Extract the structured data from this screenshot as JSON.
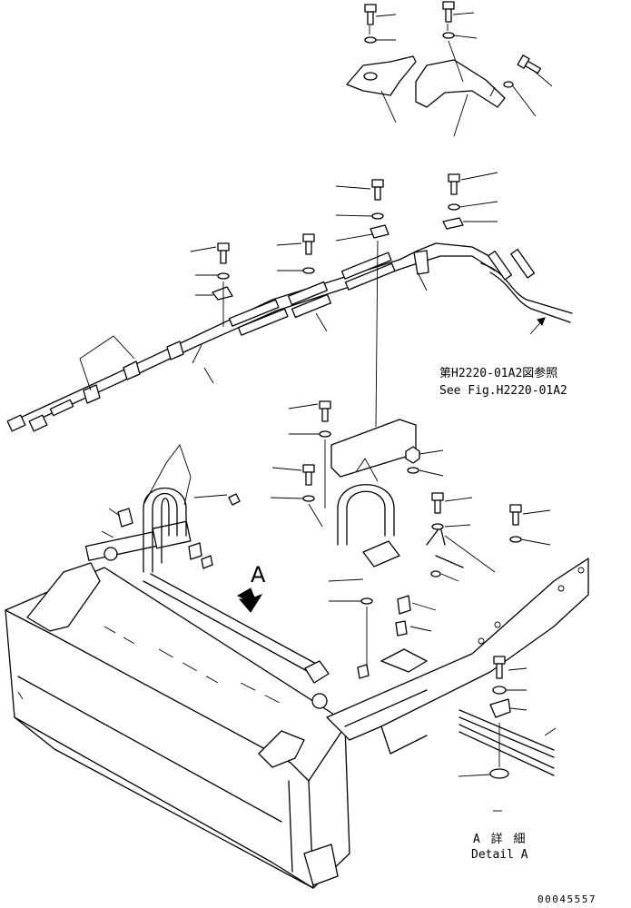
{
  "figure": {
    "reference_jp": "第H2220-01A2図参照",
    "reference_en": "See Fig.H2220-01A2",
    "view_label": "A",
    "detail_jp": "A 詳 細",
    "detail_en": "Detail A",
    "drawing_number": "00045557"
  }
}
